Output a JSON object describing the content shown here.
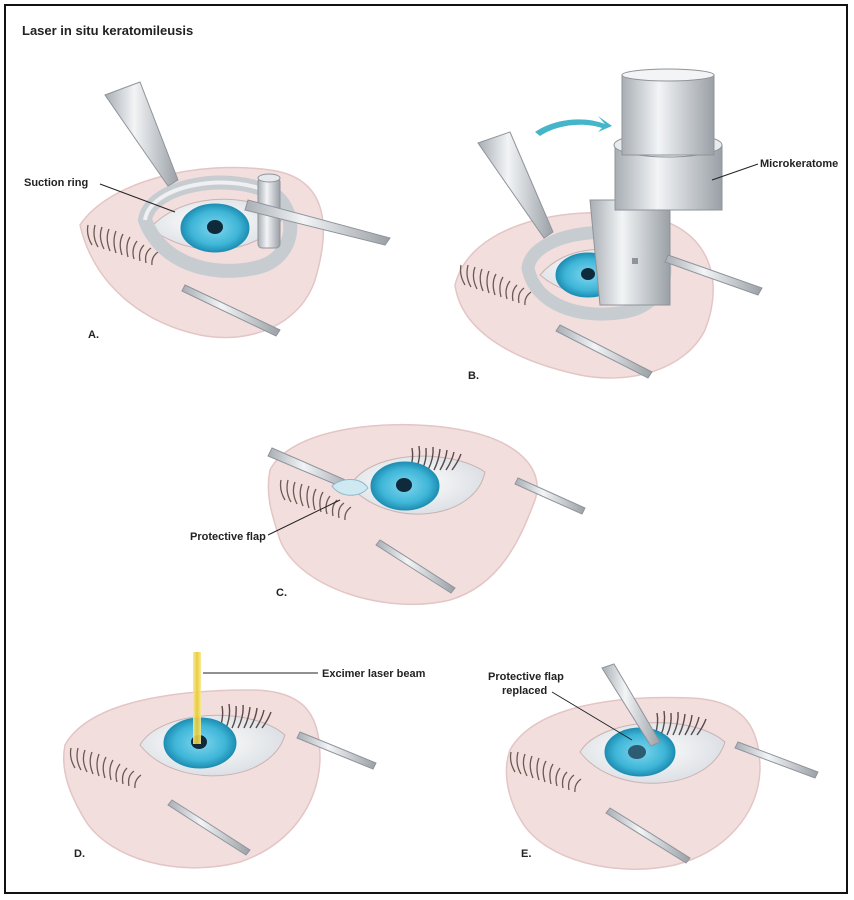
{
  "title": "Laser in situ keratomileusis",
  "panels": {
    "a": {
      "step": "A.",
      "label": "Suction ring"
    },
    "b": {
      "step": "B.",
      "label": "Microkeratome"
    },
    "c": {
      "step": "C.",
      "label": "Protective flap"
    },
    "d": {
      "step": "D.",
      "label": "Excimer laser beam"
    },
    "e": {
      "step": "E.",
      "label_line1": "Protective flap",
      "label_line2": "replaced"
    }
  },
  "colors": {
    "skin": "#f3dede",
    "skin_shadow": "#ead0d0",
    "iris": "#3fb6d8",
    "iris_dark": "#1f8fb4",
    "pupil": "#0f2a3a",
    "metal": "#d2d6da",
    "metal_dark": "#9aa0a6",
    "laser": "#f2d84a",
    "rotation_arrow": "#45b5c9"
  }
}
